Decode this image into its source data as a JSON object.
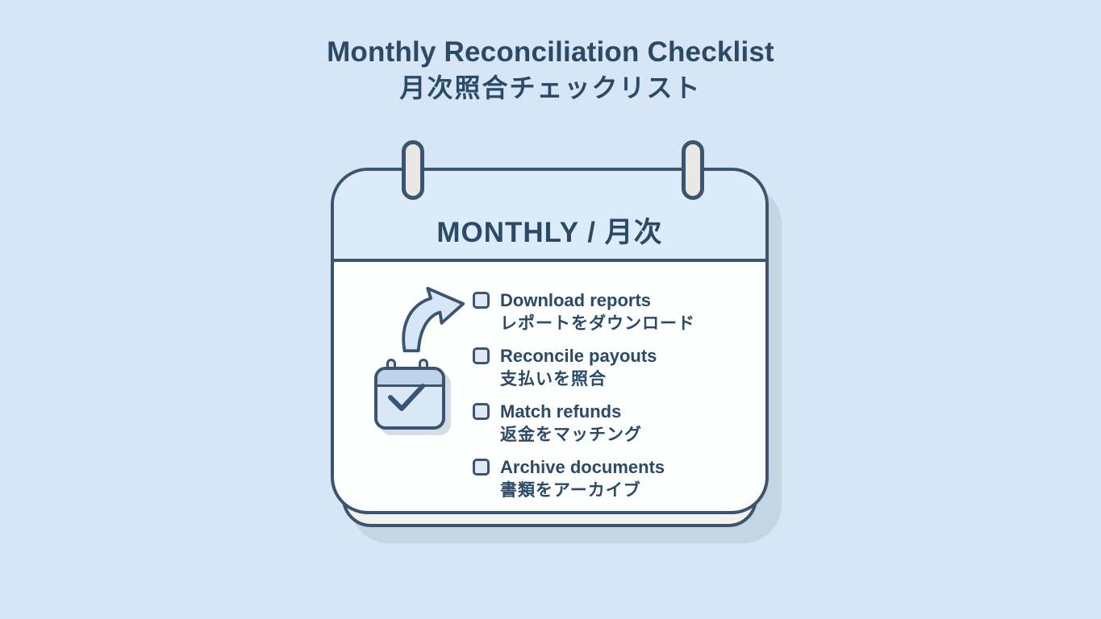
{
  "title": {
    "en": "Monthly Reconciliation Checklist",
    "ja": "月次照合チェックリスト"
  },
  "calendar": {
    "header_label": "MONTHLY / 月次",
    "items": [
      {
        "label_en": "Download reports",
        "label_ja": "レポートをダウンロード",
        "checked": false
      },
      {
        "label_en": "Reconcile payouts",
        "label_ja": "支払いを照合",
        "checked": false
      },
      {
        "label_en": "Match refunds",
        "label_ja": "返金をマッチング",
        "checked": false
      },
      {
        "label_en": "Archive documents",
        "label_ja": "書類をアーカイブ",
        "checked": false
      }
    ]
  },
  "icons": {
    "curved_arrow": "curved-arrow-up-right",
    "calendar_check": "calendar-with-checkmark",
    "binder_rings": "calendar-binder-rings",
    "checkbox": "empty-checkbox-square"
  },
  "colors": {
    "page_background": "#d7e6f6",
    "card_header_fill": "#dcebfa",
    "card_body_fill": "#fdfefe",
    "outline_navy": "#3b5570",
    "text_navy": "#2c4965",
    "checkbox_fill": "#dfeaf6",
    "ring_fill": "#eae8e5",
    "shadow_blue_gray": "#c3d1df",
    "page_under_fill": "#f3f2ef",
    "icon_body_fill": "#d9e8f7",
    "icon_band_fill": "#bed3ea",
    "arrow_fill": "#d6e6f7"
  }
}
